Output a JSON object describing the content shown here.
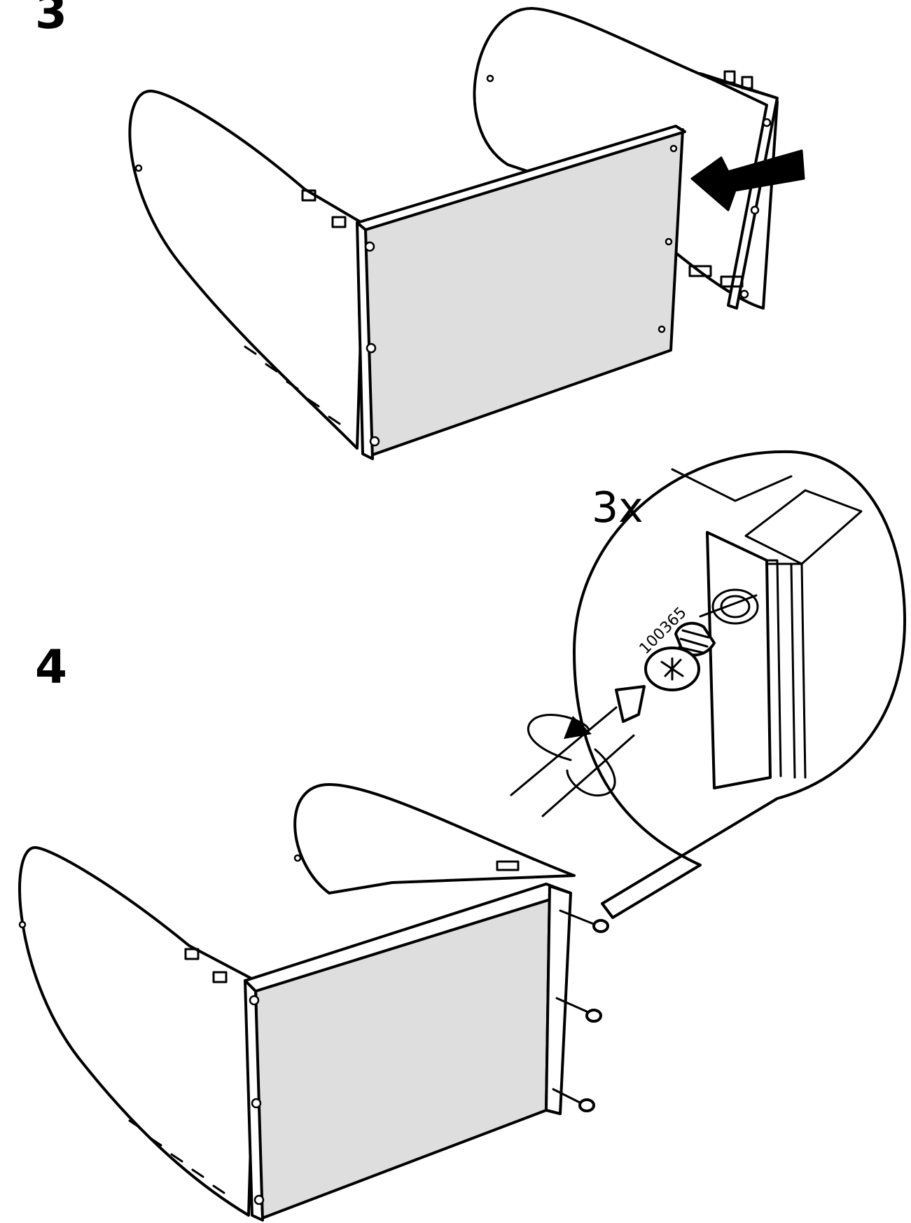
{
  "step3": {
    "number": "3"
  },
  "step4": {
    "number": "4",
    "callout": {
      "quantity": "3x",
      "part_number": "100365"
    }
  },
  "colors": {
    "panel_fill": "#dedede",
    "line": "#000000",
    "background": "#ffffff"
  },
  "icons": [
    "push-arrow-icon",
    "rotate-arrow-icon",
    "screwdriver-icon",
    "screw-icon"
  ]
}
